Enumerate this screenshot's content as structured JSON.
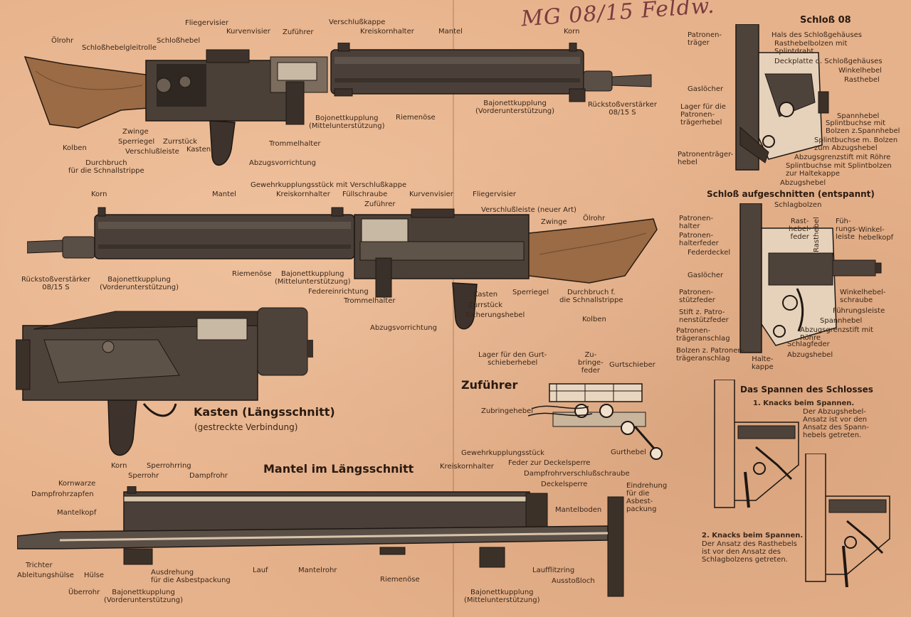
{
  "handwriting": "MG 08/15 Feldw.",
  "g1": {
    "labels": {
      "oelrohr": "Ölrohr",
      "schlosshebelgleitrolle": "Schloßhebelgleitrolle",
      "fliegervisier": "Fliegervisier",
      "schlosshebel": "Schloßhebel",
      "kurvenvisier": "Kurvenvisier",
      "zufuehrer": "Zuführer",
      "verschlusskappe": "Verschlußkappe",
      "kreiskornhalter": "Kreiskornhalter",
      "mantel": "Mantel",
      "korn": "Korn",
      "bajonett_vorder": "Bajonettkupplung\n(Vorderunterstützung)",
      "rueckstoss": "Rückstoßverstärker\n08/15 S",
      "riemenoese": "Riemenöse",
      "bajonett_mittel": "Bojonettkupplung\n(Mittelunterstützung)",
      "trommelhalter": "Trommelhalter",
      "abzugsvorrichtung": "Abzugsvorrichtung",
      "kolben": "Kolben",
      "zwinge": "Zwinge",
      "sperriegel": "Sperriegel",
      "verschlussleiste": "Verschlußleiste",
      "zurrstueck": "Zurrstück",
      "kasten": "Kasten",
      "durchbruch": "Durchbruch\nfür die Schnallstrippe"
    }
  },
  "g2": {
    "labels": {
      "gewehrkupplung": "Gewehrkupplungsstück mit Verschlußkappe",
      "korn": "Korn",
      "mantel": "Mantel",
      "kreiskornhalter": "Kreiskornhalter",
      "fuellschraube": "Füllschraube",
      "kurvenvisier": "Kurvenvisier",
      "fliegervisier": "Fliegervisier",
      "zufuehrer": "Zuführer",
      "verschlussleiste": "Verschlußleiste (neuer Art)",
      "zwinge": "Zwinge",
      "oelrohr": "Ölrohr",
      "rueckstoss": "Rückstoßverstärker\n08/15 S",
      "bajonett_vorder": "Bajonettkupplung\n(Vorderunterstützung)",
      "riemenoese": "Riemenöse",
      "bajonett_mittel": "Bajonettkupplung\n(Mittelunterstützung)",
      "federeinrichtung": "Federeinrichtung",
      "trommelhalter": "Trommelhalter",
      "kasten": "Kasten",
      "sperriegel": "Sperriegel",
      "durchbruch": "Durchbruch f.\ndie Schnallstrippe",
      "zurrstueck": "Zurrstück",
      "sicherungshebel": "Sicherungshebel",
      "kolben": "Kolben",
      "abzugsvorrichtung": "Abzugsvorrichtung"
    }
  },
  "kasten": {
    "title": "Kasten (Längsschnitt)",
    "subtitle": "(gestreckte Verbindung)"
  },
  "zufuehrer": {
    "title": "Zuführer",
    "labels": {
      "lager": "Lager für den Gurt-\nschieberhebel",
      "zubringefeder": "Zu-\nbringe-\nfeder",
      "gurtschieber": "Gurtschieber",
      "zubringehebel": "Zubringehebel",
      "gurthebel": "Gurthebel"
    }
  },
  "mantel": {
    "title": "Mantel im Längsschnitt",
    "labels": {
      "korn": "Korn",
      "sperrohrring": "Sperrohrring",
      "kornwarze": "Kornwarze",
      "sperrohr": "Sperrohr",
      "dampfrohr": "Dampfrohr",
      "dampfrohrzapfen": "Dampfrohrzapfen",
      "mantelkopf": "Mantelkopf",
      "gewehrkupplungsstueck": "Gewehrkupplungsstück",
      "kreiskornhalter": "Kreiskornhalter",
      "feder_deckelsperre": "Feder zur Deckelsperre",
      "dampfrohrverschlussschraube": "Dampfrohrverschlußschraube",
      "deckelsperre": "Deckelsperre",
      "eindrehung": "Eindrehung\nfür die\nAsbest-\npackung",
      "mantelboden": "Mantelboden",
      "trichter": "Trichter",
      "ableitungshuelse": "Ableitungshülse",
      "huelse": "Hülse",
      "ausdrehung": "Ausdrehung\nfür die Asbestpackung",
      "lauf": "Lauf",
      "mantelrohr": "Mantelrohr",
      "riemenoese": "Riemenöse",
      "laufflitzring": "Laufflitzring",
      "ausstossloch": "Ausstoßloch",
      "ueberrohr": "Überrohr",
      "bajonett_vorder": "Bajonettkupplung\n(Vorderunterstützung)",
      "bajonett_mittel": "Bajonettkupplung\n(Mittelunterstützung)"
    }
  },
  "schloss": {
    "title": "Schloß 08",
    "labels": {
      "patronentraeger": "Patronen-\nträger",
      "hals": "Hals des Schloßgehäuses",
      "rasthebelbolzen": "Rasthebelbolzen mit\nSplintdraht",
      "deckplatte": "Deckplatte d. Schloßgehäuses",
      "winkelhebel": "Winkelhebel",
      "rasthebel": "Rasthebel",
      "gasloecher": "Gaslöcher",
      "lager": "Lager für die\nPatronen-\nträgerhebel",
      "spannhebel": "Spannhebel",
      "splintbuchse_spann": "Splintbuchse mit\nBolzen z.Spannhebel",
      "splintbuchse_abzug": "Splintbuchse m. Bolzen\nzum Abzugshebel",
      "abzugsgrenzstift": "Abzugsgrenzstift mit Röhre",
      "splintbuchse_halte": "Splintbuchse mit Splintbolzen\nzur Haltekappe",
      "abzugshebel": "Abzugshebel",
      "patronentraegerhebel": "Patronenträger-\nhebel"
    }
  },
  "schloss_cut": {
    "title": "Schloß aufgeschnitten (entspannt)",
    "labels": {
      "schlagbolzen": "Schlagbolzen",
      "patronenhalter": "Patronen-\nhalter",
      "patronenhalterfeder": "Patronen-\nhalterfeder",
      "federdeckel": "Federdeckel",
      "rasthebelfeder": "Rast-\nhebel-\nfeder",
      "rasthebel": "Rasthebel",
      "fuehrungsleiste": "Füh-\nrungs-\nleiste",
      "winkelhebelkopf": "Winkel-\nhebelkopf",
      "gasloecher": "Gaslöcher",
      "patronenstuetzfeder": "Patronen-\nstützfeder",
      "winkelhebelschraube": "Winkelhebel-\nschraube",
      "stift": "Stift z. Patro-\nnenstützfeder",
      "fuehrungsleiste2": "Führungsleiste",
      "spannhebel": "Spannhebel",
      "patronentraegeranschlag": "Patronen-\nträgeranschlag",
      "abzugsgrenzstift": "Abzugsgrenzstift mit\nRöhre",
      "schlagfeder": "Schlagfeder",
      "bolzen": "Bolzen z. Patronen-\nträgeranschlag",
      "haltekappe": "Halte-\nkappe",
      "abzugshebel": "Abzugshebel"
    }
  },
  "spannen": {
    "title": "Das Spannen des Schlosses",
    "step1_title": "1. Knacks beim Spannen.",
    "step1_text": "Der Abzugshebel-\nAnsatz ist vor den\nAnsatz des Spann-\nhebels getreten.",
    "step2_title": "2. Knacks beim Spannen.",
    "step2_text": "Der Ansatz des Rasthebels\nist vor den Ansatz des\nSchlagbolzens getreten."
  }
}
